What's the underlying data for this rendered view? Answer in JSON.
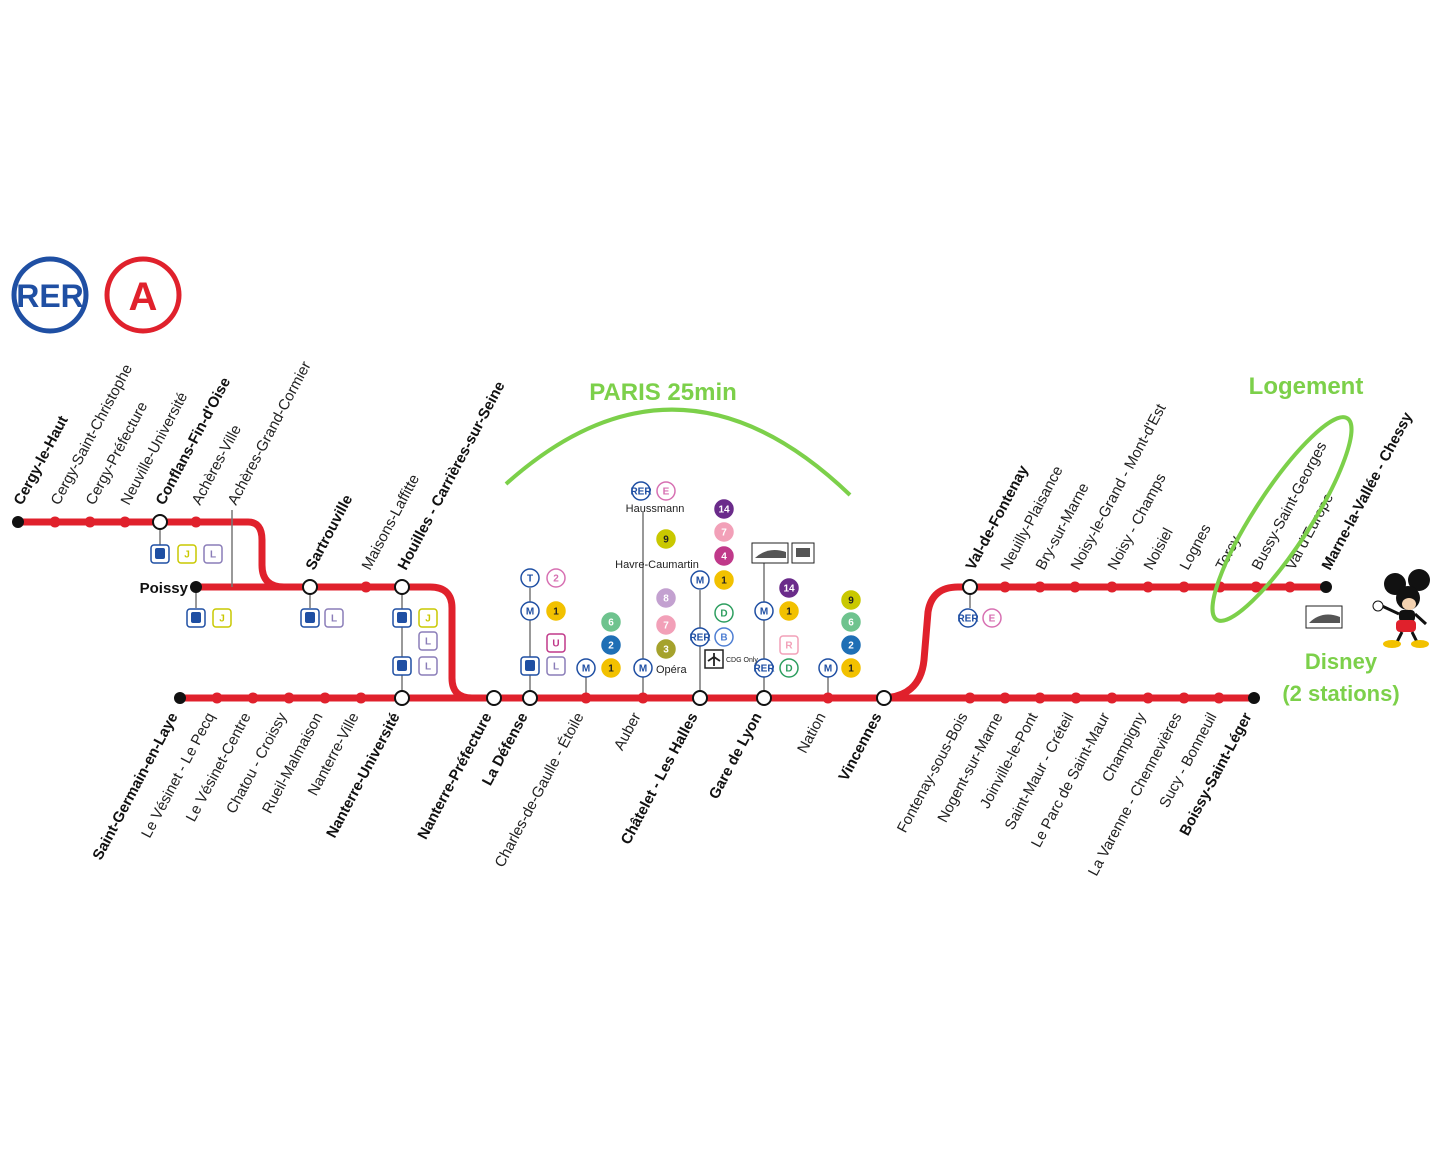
{
  "brand": {
    "rer": "RER",
    "line": "A",
    "rer_color": "#1f4fa3",
    "line_color": "#e0212c"
  },
  "annotations": {
    "paris": "PARIS 25min",
    "logement": "Logement",
    "disney_line1": "Disney",
    "disney_line2": "(2 stations)",
    "highlight_color": "#7cd04a"
  },
  "branches": {
    "cergy": [
      {
        "name": "Cergy-le-Haut",
        "bold": true
      },
      {
        "name": "Cergy-Saint-Christophe"
      },
      {
        "name": "Cergy-Préfecture"
      },
      {
        "name": "Neuville-Université"
      },
      {
        "name": "Conflans-Fin-d'Oise",
        "bold": true
      },
      {
        "name": "Achères-Ville"
      },
      {
        "name": "Achères-Grand-Cormier"
      }
    ],
    "poissy": [
      {
        "name": "Poissy",
        "bold": true
      },
      {
        "name": "Sartrouville",
        "bold": true
      },
      {
        "name": "Maisons-Laffitte"
      },
      {
        "name": "Houilles - Carrières-sur-Seine",
        "bold": true
      }
    ],
    "saint_germain": [
      {
        "name": "Saint-Germain-en-Laye",
        "bold": true
      },
      {
        "name": "Le Vésinet - Le Pecq"
      },
      {
        "name": "Le Vésinet-Centre"
      },
      {
        "name": "Chatou - Croissy"
      },
      {
        "name": "Rueil-Malmaison"
      },
      {
        "name": "Nanterre-Ville"
      },
      {
        "name": "Nanterre-Université",
        "bold": true
      }
    ],
    "trunk": [
      {
        "name": "Nanterre-Préfecture",
        "bold": true
      },
      {
        "name": "La Défense",
        "bold": true
      },
      {
        "name": "Charles-de-Gaulle - Étoile"
      },
      {
        "name": "Auber"
      },
      {
        "name": "Châtelet - Les Halles",
        "bold": true
      },
      {
        "name": "Gare de Lyon",
        "bold": true
      },
      {
        "name": "Nation"
      },
      {
        "name": "Vincennes",
        "bold": true
      }
    ],
    "marne": [
      {
        "name": "Val-de-Fontenay",
        "bold": true
      },
      {
        "name": "Neuilly-Plaisance"
      },
      {
        "name": "Bry-sur-Marne"
      },
      {
        "name": "Noisy-le-Grand - Mont-d'Est"
      },
      {
        "name": "Noisy - Champs"
      },
      {
        "name": "Noisiel"
      },
      {
        "name": "Lognes"
      },
      {
        "name": "Torcy"
      },
      {
        "name": "Bussy-Saint-Georges"
      },
      {
        "name": "Val d'Europe"
      },
      {
        "name": "Marne-la-Vallée - Chessy",
        "bold": true
      }
    ],
    "boissy": [
      {
        "name": "Fontenay-sous-Bois"
      },
      {
        "name": "Nogent-sur-Marne"
      },
      {
        "name": "Joinville-le-Pont"
      },
      {
        "name": "Saint-Maur - Créteil"
      },
      {
        "name": "Le Parc de Saint-Maur"
      },
      {
        "name": "Champigny"
      },
      {
        "name": "La Varenne - Chennevières"
      },
      {
        "name": "Sucy - Bonneuil"
      },
      {
        "name": "Boissy-Saint-Léger",
        "bold": true
      }
    ]
  },
  "connections": {
    "haussmann": "Haussmann",
    "havre": "Havre-Caumartin",
    "opera": "Opéra",
    "cdg": "CDG Only",
    "badges": {
      "rer": "RER",
      "e": "E",
      "t": "T",
      "two": "2",
      "m": "M",
      "one": "1",
      "u": "U",
      "l": "L",
      "j": "J",
      "six": "6",
      "nine": "9",
      "eight": "8",
      "seven": "7",
      "three": "3",
      "fourteen": "14",
      "four": "4",
      "d": "D",
      "b": "B",
      "r": "R"
    }
  }
}
